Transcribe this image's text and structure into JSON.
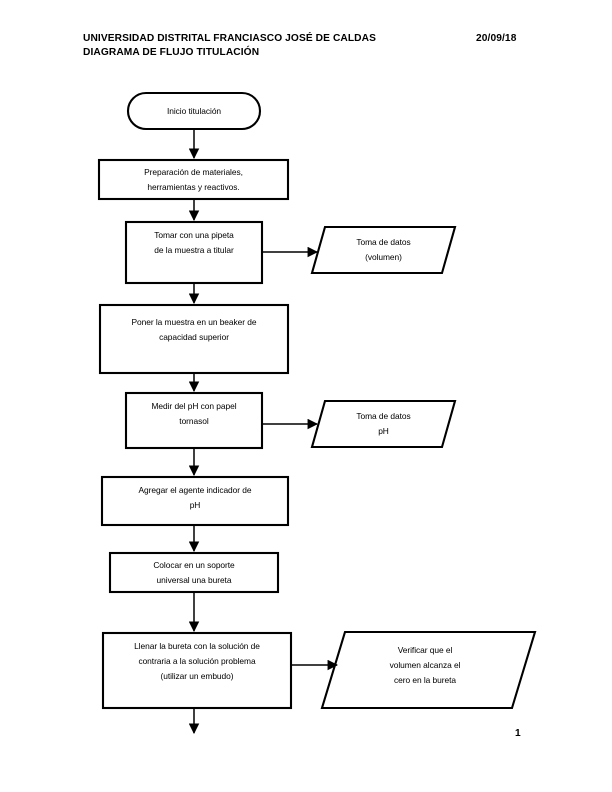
{
  "header": {
    "line1": "UNIVERSIDAD DISTRITAL FRANCIASCO JOSÉ DE CALDAS",
    "line2": "DIAGRAMA DE FLUJO TITULACIÓN",
    "date": "20/09/18"
  },
  "footer": {
    "page_number": "1"
  },
  "diagram": {
    "title": "Diagrama de flujo titulación",
    "nodes": [
      {
        "id": "inicio",
        "shape": "terminator",
        "lines": [
          "Inicio titulación"
        ]
      },
      {
        "id": "preparacion",
        "shape": "process",
        "lines": [
          "Preparación de materiales,",
          "herramientas y reactivos."
        ]
      },
      {
        "id": "tomar-pipeta",
        "shape": "process",
        "lines": [
          "Tomar con una pipeta",
          "de la muestra a titular"
        ]
      },
      {
        "id": "toma-datos-volumen",
        "shape": "data",
        "lines": [
          "Toma de datos",
          "(volumen)"
        ]
      },
      {
        "id": "poner-muestra",
        "shape": "process",
        "lines": [
          "Poner la muestra en un beaker de",
          "capacidad superior"
        ]
      },
      {
        "id": "medir-ph",
        "shape": "process",
        "lines": [
          "Medir del pH con papel",
          "tornasol"
        ]
      },
      {
        "id": "toma-datos-ph",
        "shape": "data",
        "lines": [
          "Toma de datos",
          "pH"
        ]
      },
      {
        "id": "agregar-indicador",
        "shape": "process",
        "lines": [
          "Agregar el agente indicador de",
          "pH"
        ]
      },
      {
        "id": "colocar-soporte",
        "shape": "process",
        "lines": [
          "Colocar en un soporte",
          "universal una bureta"
        ]
      },
      {
        "id": "llenar-bureta",
        "shape": "process",
        "lines": [
          "Llenar la bureta con la solución de",
          "contraria a la solución problema",
          "(utilizar un embudo)"
        ]
      },
      {
        "id": "verificar-volumen",
        "shape": "data",
        "lines": [
          "Verificar que el",
          "volumen alcanza el",
          "cero en la bureta"
        ]
      }
    ],
    "edges": [
      {
        "from": "inicio",
        "to": "preparacion",
        "direction": "down"
      },
      {
        "from": "preparacion",
        "to": "tomar-pipeta",
        "direction": "down"
      },
      {
        "from": "tomar-pipeta",
        "to": "toma-datos-volumen",
        "direction": "right"
      },
      {
        "from": "tomar-pipeta",
        "to": "poner-muestra",
        "direction": "down"
      },
      {
        "from": "poner-muestra",
        "to": "medir-ph",
        "direction": "down"
      },
      {
        "from": "medir-ph",
        "to": "toma-datos-ph",
        "direction": "right"
      },
      {
        "from": "medir-ph",
        "to": "agregar-indicador",
        "direction": "down"
      },
      {
        "from": "agregar-indicador",
        "to": "colocar-soporte",
        "direction": "down"
      },
      {
        "from": "colocar-soporte",
        "to": "llenar-bureta",
        "direction": "down"
      },
      {
        "from": "llenar-bureta",
        "to": "verificar-volumen",
        "direction": "right"
      },
      {
        "from": "llenar-bureta",
        "to": "continues-next-page",
        "direction": "down"
      }
    ],
    "colors": {
      "stroke": "#000000",
      "fill": "#ffffff",
      "text": "#000000"
    }
  }
}
